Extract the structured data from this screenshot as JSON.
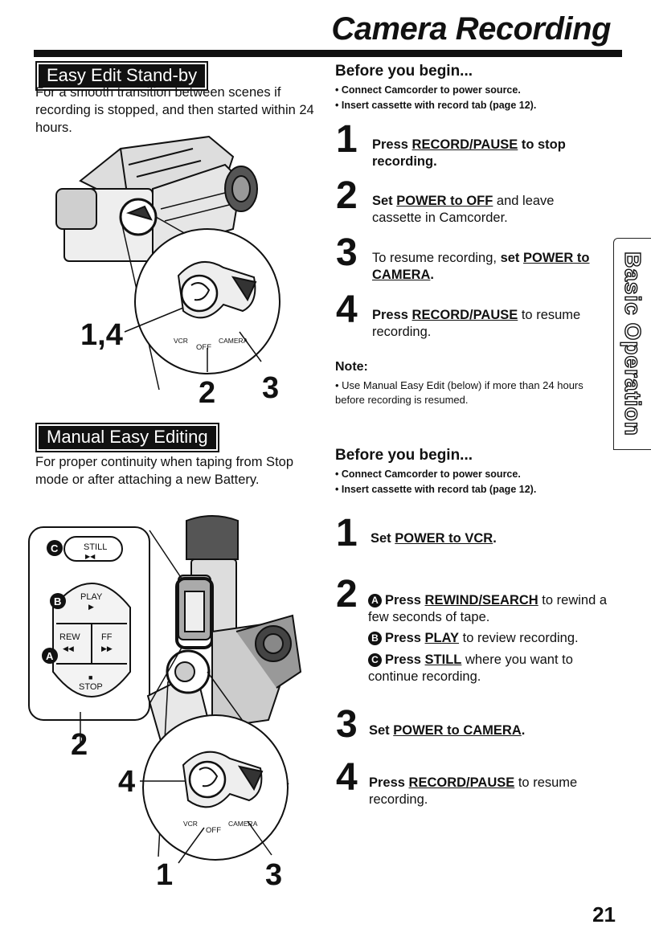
{
  "page": {
    "title": "Camera Recording",
    "side_tab": "Basic Operation",
    "page_number": "21"
  },
  "stand_by": {
    "tag": "Easy Edit Stand-by",
    "intro": "For a smooth transition between scenes if recording is stopped, and then started within 24 hours.",
    "callout_left": "1,4",
    "callout_mid": "2",
    "callout_right": "3",
    "switch_vcr": "VCR",
    "switch_off": "OFF",
    "switch_camera": "CAMERA",
    "before_title": "Before you begin...",
    "bullets": [
      "• Connect Camcorder to power source.",
      "• Insert cassette with record tab (page 12)."
    ],
    "steps": [
      {
        "num": "1",
        "a": "Press ",
        "b": "RECORD/PAUSE",
        "c": " to stop recording."
      },
      {
        "num": "2",
        "a": "Set ",
        "b": "POWER to OFF",
        "c": " and leave cassette in Camcorder."
      },
      {
        "num": "3",
        "a": "To resume recording, ",
        "b": "set ",
        "c": "POWER to CAMERA",
        "d": "."
      },
      {
        "num": "4",
        "a": "Press ",
        "b": "RECORD/PAUSE",
        "c": " to resume recording."
      }
    ],
    "note_title": "Note:",
    "note_text": "• Use Manual Easy Edit (below) if more than 24 hours before recording is resumed."
  },
  "manual": {
    "tag": "Manual Easy Editing",
    "intro": "For proper continuity when taping from Stop mode or after attaching a new Battery.",
    "buttons": {
      "still": "STILL",
      "still_sym": "▶◀",
      "play": "PLAY",
      "play_sym": "▶",
      "rew": "REW",
      "rew_sym": "◀◀",
      "ff": "FF",
      "ff_sym": "▶▶",
      "stop": "STOP",
      "stop_sym": "■",
      "badge_a": "A",
      "badge_b": "B",
      "badge_c": "C"
    },
    "callout_2": "2",
    "callout_4": "4",
    "callout_1": "1",
    "callout_3": "3",
    "switch_vcr": "VCR",
    "switch_off": "OFF",
    "switch_camera": "CAMERA",
    "before_title": "Before you begin...",
    "bullets": [
      "• Connect Camcorder to power source.",
      "• Insert cassette with record tab (page 12)."
    ],
    "step1": {
      "num": "1",
      "a": "Set ",
      "b": "POWER to VCR",
      "c": "."
    },
    "step2": {
      "num": "2",
      "subs": [
        {
          "badge": "A",
          "a": "Press ",
          "b": "REWIND/SEARCH",
          "c": " to rewind a few seconds of tape."
        },
        {
          "badge": "B",
          "a": "Press ",
          "b": "PLAY",
          "c": " to review recording."
        },
        {
          "badge": "C",
          "a": "Press ",
          "b": "STILL",
          "c": " where you want to continue recording."
        }
      ]
    },
    "step3": {
      "num": "3",
      "a": "Set ",
      "b": "POWER to CAMERA",
      "c": "."
    },
    "step4": {
      "num": "4",
      "a": "Press ",
      "b": "RECORD/PAUSE",
      "c": " to resume recording."
    }
  }
}
